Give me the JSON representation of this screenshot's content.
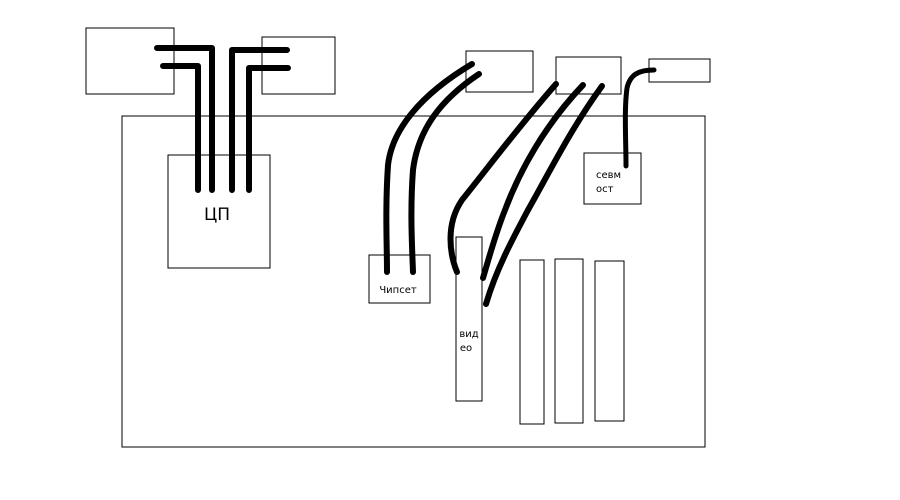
{
  "labels": {
    "cpu": "ЦП",
    "chipset": "Чипсет",
    "video_line1": "вид",
    "video_line2": "ео",
    "cmos_line1": "севм",
    "cmos_line2": "ост"
  },
  "colors": {
    "background": "#ffffff",
    "stroke": "#000000"
  }
}
